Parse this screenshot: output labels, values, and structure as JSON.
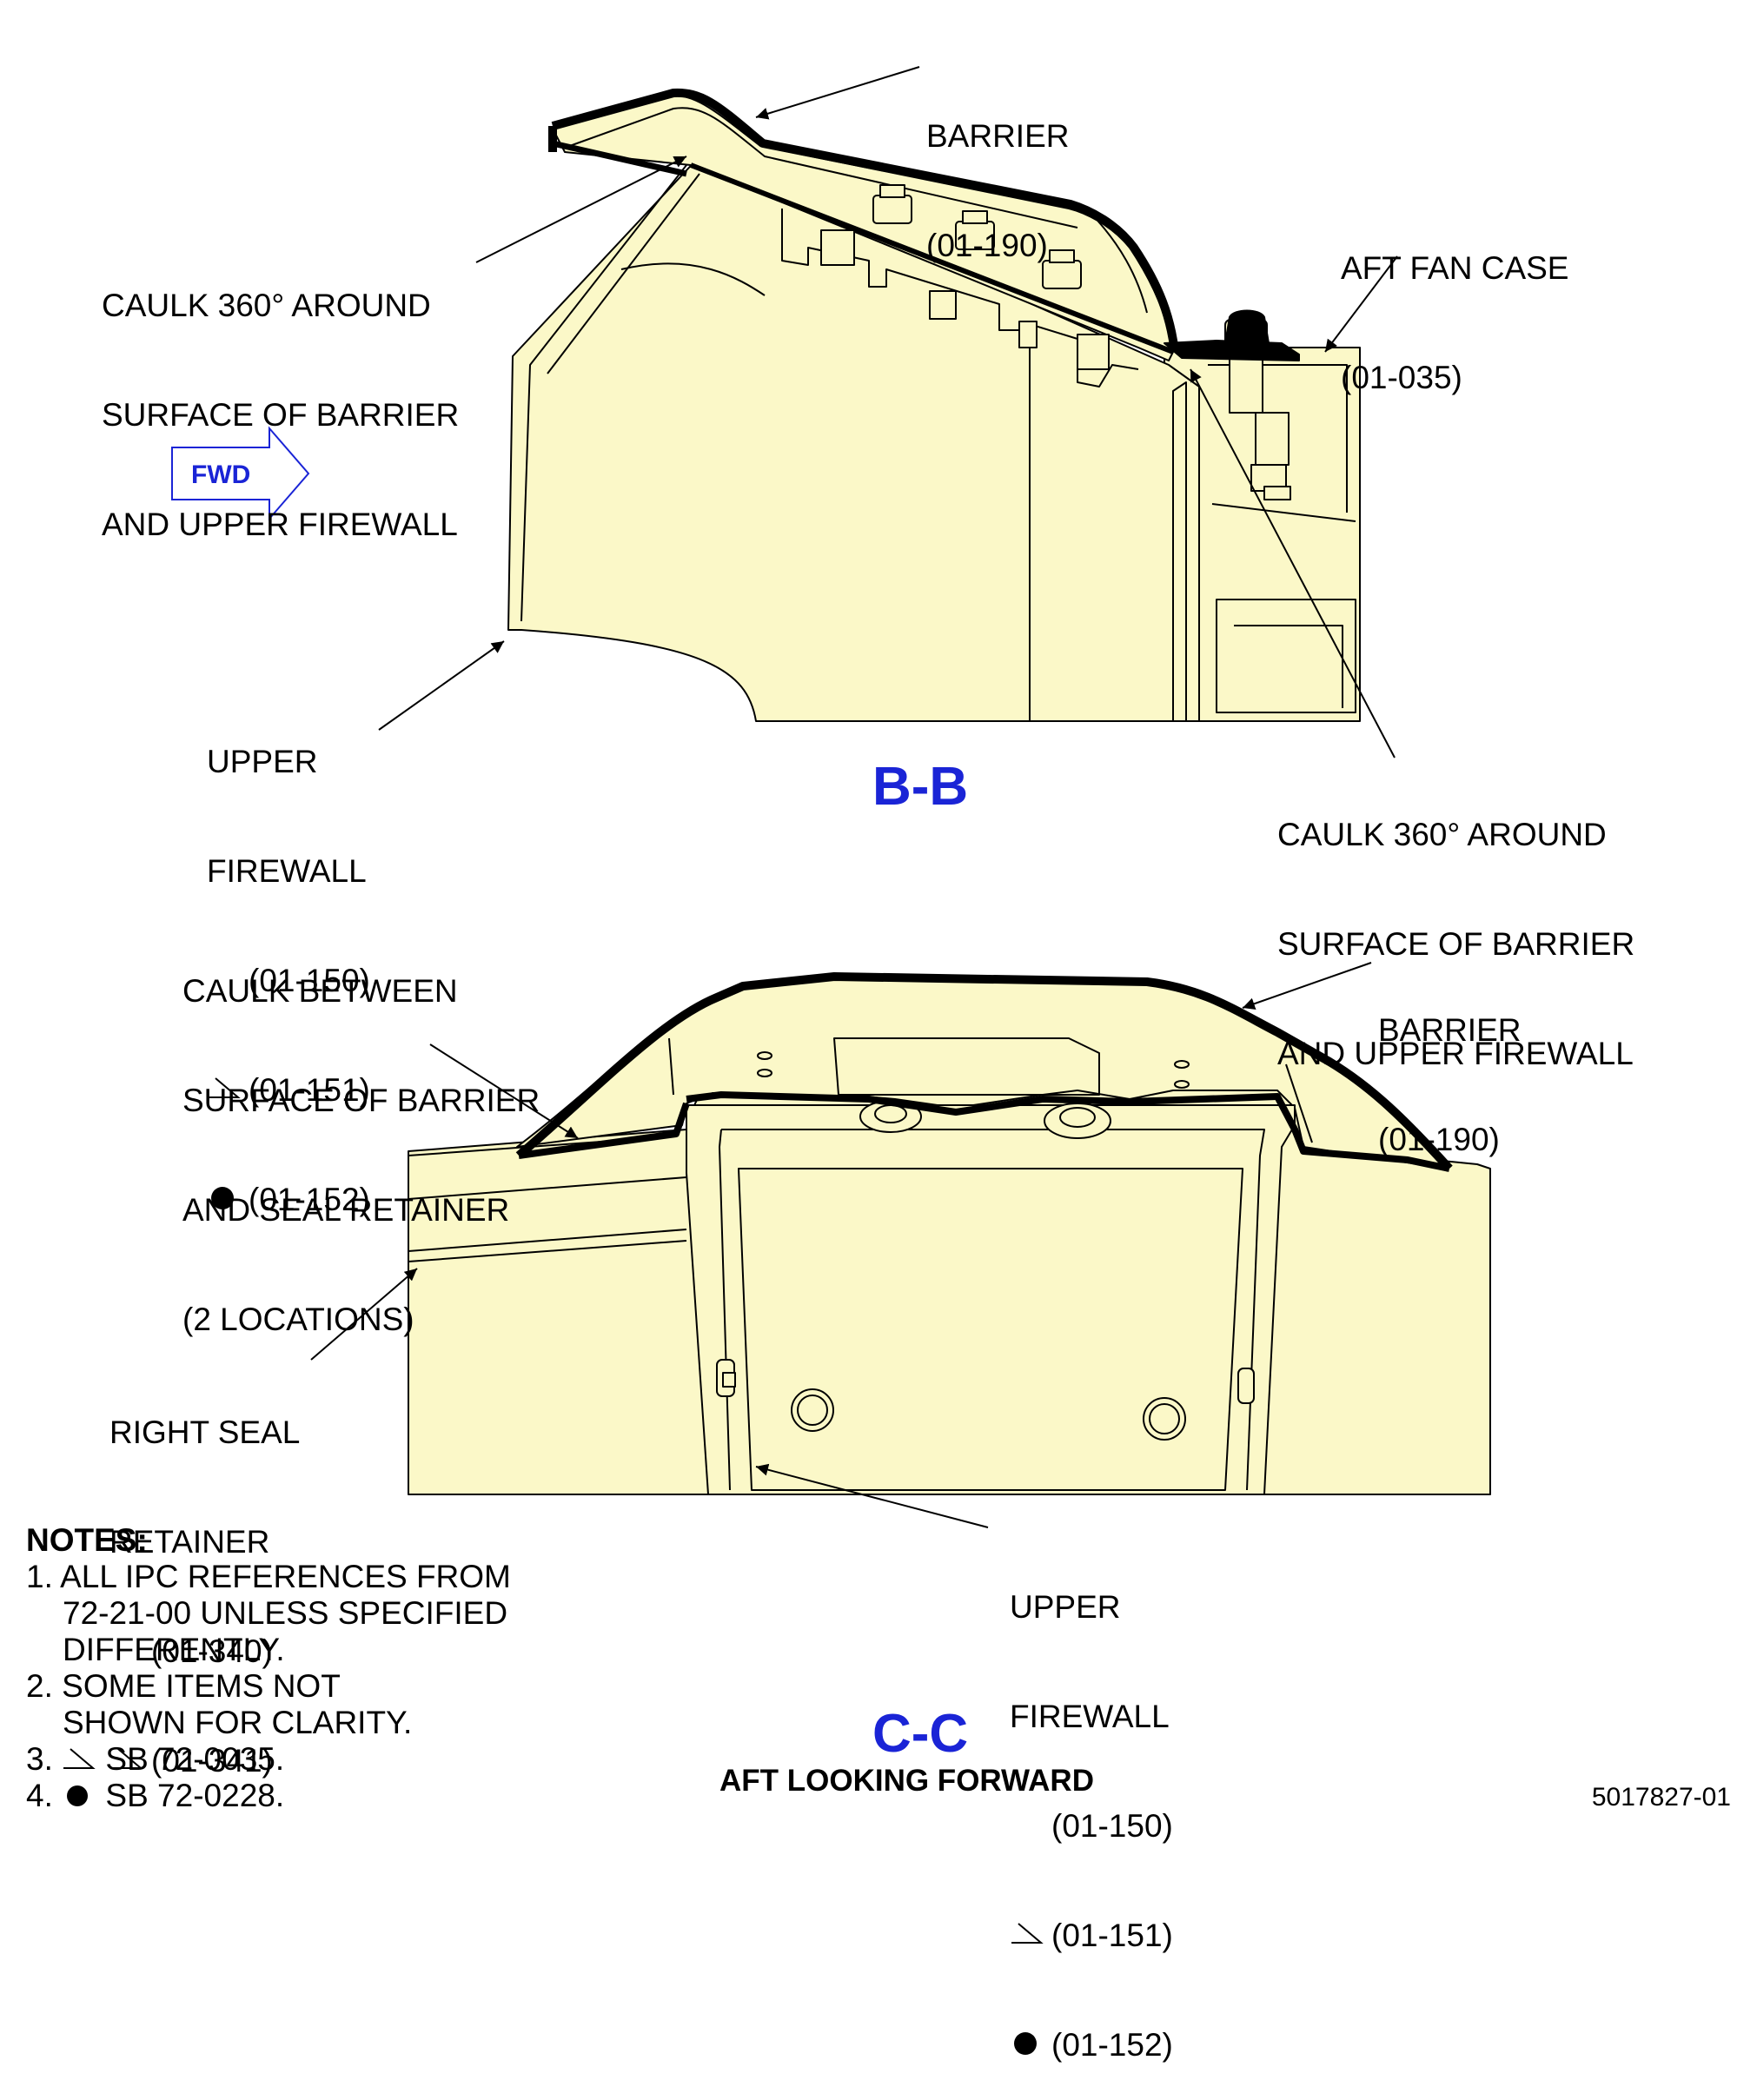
{
  "views": {
    "bb": {
      "title": "B-B"
    },
    "cc": {
      "title": "C-C",
      "subtitle": "AFT LOOKING FORWARD"
    }
  },
  "fwd_arrow": {
    "label": "FWD"
  },
  "callouts": {
    "bb_barrier": {
      "line1": "BARRIER",
      "line2": "(01-190)"
    },
    "bb_caulk_left": {
      "line1": "CAULK 360° AROUND",
      "line2": "SURFACE OF BARRIER",
      "line3": "AND UPPER FIREWALL"
    },
    "aft_fan_case": {
      "line1": "AFT FAN CASE",
      "line2": "(01-035)"
    },
    "bb_upper_firewall": {
      "line1": "UPPER",
      "line2": "FIREWALL",
      "ref1": "(01-150)",
      "ref2": "(01-151)",
      "ref3": "(01-152)"
    },
    "bb_caulk_right": {
      "line1": "CAULK 360° AROUND",
      "line2": "SURFACE OF BARRIER",
      "line3": "AND UPPER FIREWALL"
    },
    "cc_caulk": {
      "line1": "CAULK BETWEEN",
      "line2": "SURFACE OF BARRIER",
      "line3": "AND SEAL RETAINER",
      "line4": "(2 LOCATIONS)"
    },
    "cc_barrier": {
      "line1": "BARRIER",
      "line2": "(01-190)"
    },
    "right_seal_retainer": {
      "line1": "RIGHT SEAL",
      "line2": "RETAINER",
      "ref1": "(01-340)",
      "ref2": "(01-341)"
    },
    "cc_upper_firewall": {
      "line1": "UPPER",
      "line2": "FIREWALL",
      "ref1": "(01-150)",
      "ref2": "(01-151)",
      "ref3": "(01-152)"
    }
  },
  "notes": {
    "heading": "NOTES:",
    "n1a": "1. ALL IPC REFERENCES FROM",
    "n1b": "72-21-00 UNLESS SPECIFIED",
    "n1c": "DIFFERENTLY.",
    "n2a": "2. SOME ITEMS NOT",
    "n2b": "SHOWN FOR CLARITY.",
    "n3_num": "3.",
    "n3_text": "SB 72-0035.",
    "n4_num": "4.",
    "n4_text": "SB 72-0228."
  },
  "figure_number": "5017827-01",
  "colors": {
    "part_fill": "#fbf8c8",
    "view_title": "#1a24d6",
    "line": "#000000"
  }
}
